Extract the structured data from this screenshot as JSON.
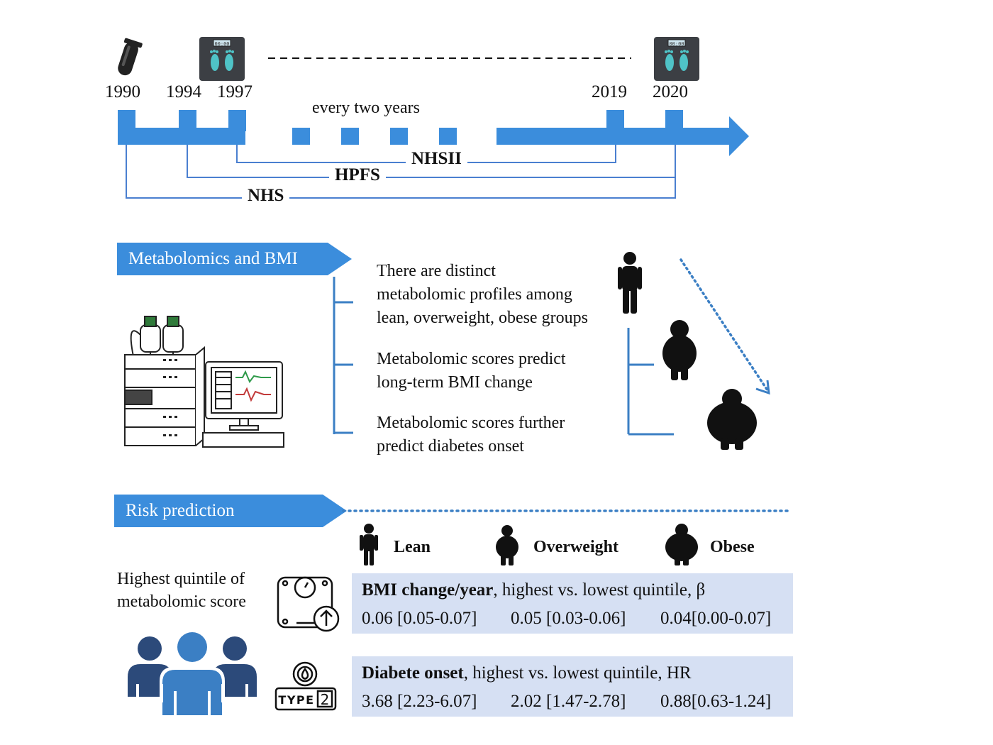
{
  "timeline": {
    "years": [
      "1990",
      "1994",
      "1997",
      "2019",
      "2020"
    ],
    "interval_label": "every two years",
    "cohorts": [
      "NHSII",
      "HPFS",
      "NHS"
    ]
  },
  "sections": {
    "metabolomics_title": "Metabolomics and BMI",
    "findings": [
      [
        "There are distinct",
        "metabolomic profiles among",
        "lean, overweight, obese groups"
      ],
      [
        "Metabolomic scores predict",
        "long-term BMI change"
      ],
      [
        "Metabolomic scores further",
        "predict diabetes onset"
      ]
    ],
    "risk_title": "Risk prediction"
  },
  "groups": [
    "Lean",
    "Overweight",
    "Obese"
  ],
  "side_label": [
    "Highest quintile of",
    "metabolomic score"
  ],
  "results": {
    "bmi": {
      "title_bold": "BMI change/year",
      "title_rest": ", highest vs. lowest quintile, β",
      "values": [
        "0.06 [0.05-0.07]",
        "0.05 [0.03-0.06]",
        "0.04[0.00-0.07]"
      ]
    },
    "diabetes": {
      "title_bold": "Diabete onset",
      "title_rest": ", highest vs. lowest quintile, HR",
      "values": [
        "3.68 [2.23-6.07]",
        "2.02 [1.47-2.78]",
        "0.88[0.63-1.24]"
      ]
    }
  },
  "icons": {
    "scale_display": "00:00",
    "type2_label": "TYPE",
    "type2_num": "2"
  },
  "colors": {
    "blue": "#3b8ddc",
    "cohort_line": "#4a7fd0",
    "panel": "#d6e0f3",
    "people_dark": "#2c4a7a",
    "people_light": "#3b7fc4"
  }
}
